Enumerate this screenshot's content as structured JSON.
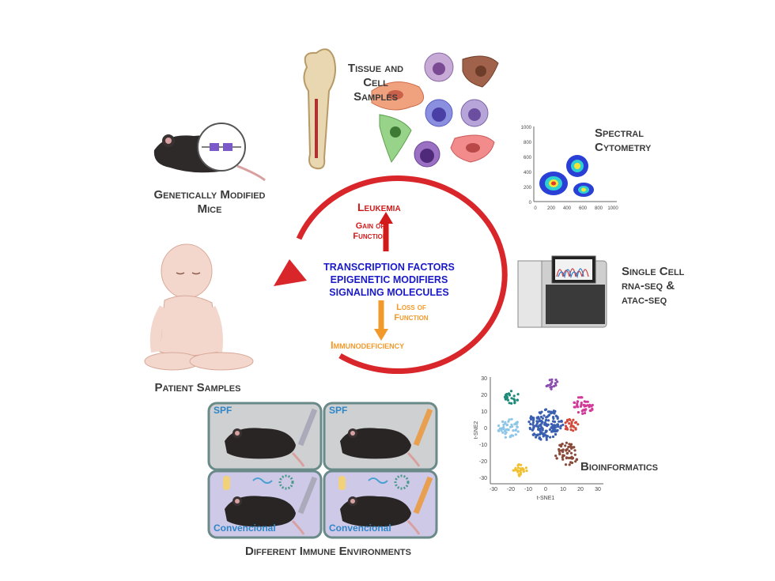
{
  "labels": {
    "tissue": "Tissue and Cell Samples",
    "spectral": "Spectral Cytometry",
    "mice": "Genetically Modified Mice",
    "single_cell_1": "Single Cell",
    "single_cell_2": "rna-seq &",
    "single_cell_3": "atac-seq",
    "patient": "Patient Samples",
    "bioinformatics": "Bioinformatics",
    "environments": "Different Immune Environments"
  },
  "center": {
    "leukemia": "Leukemia",
    "gain": "Gain of Function",
    "line1": "TRANSCRIPTION FACTORS",
    "line2": "EPIGENETIC MODIFIERS",
    "line3": "SIGNALING MOLECULES",
    "loss": "Loss of Function",
    "immuno": "Immunodeficiency"
  },
  "environments": {
    "spf_1": "SPF",
    "spf_2": "SPF",
    "conv_1": "Convencional",
    "conv_2": "Convencional"
  },
  "cytometry_axes": {
    "y_ticks": [
      "1000",
      "800",
      "600",
      "400",
      "200",
      "0"
    ],
    "x_ticks": [
      "0",
      "200",
      "400",
      "600",
      "800",
      "1000"
    ]
  },
  "tsne_axes": {
    "y_ticks": [
      "30",
      "20",
      "10",
      "0",
      "-10",
      "-20",
      "-30"
    ],
    "x_ticks": [
      "-30",
      "-20",
      "-10",
      "0",
      "10",
      "20",
      "30"
    ],
    "xlabel": "t-SNE1",
    "ylabel": "t-SNE2"
  },
  "colors": {
    "red": "#d21a1a",
    "orange": "#f19a2b",
    "blue_text": "#1a1ac8",
    "env_label": "#2e86c8"
  }
}
